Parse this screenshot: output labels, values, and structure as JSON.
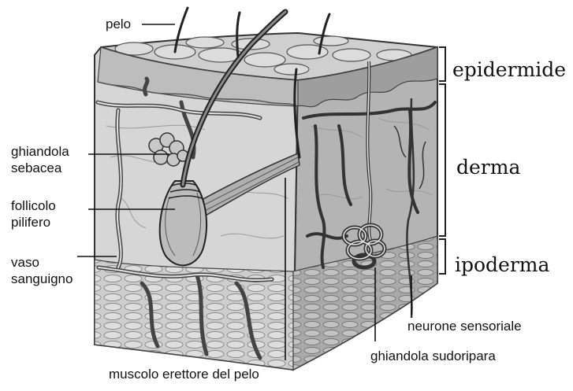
{
  "labels": {
    "pelo": "pelo",
    "ghiandola_sebacea": [
      "ghiandola",
      "sebacea"
    ],
    "follicolo_pilifero": [
      "follicolo",
      "pilifero"
    ],
    "vaso_sanguigno": [
      "vaso",
      "sanguigno"
    ],
    "muscolo_erettore": "muscolo erettore del pelo",
    "ghiandola_sudoripara": "ghiandola sudoripara",
    "neurone_sensoriale": "neurone sensoriale"
  },
  "layers": {
    "epidermide": "epidermide",
    "derma": "derma",
    "ipoderma": "ipoderma"
  },
  "colors": {
    "ink": "#111111",
    "front_face": "#d6d6d6",
    "side_face": "#b4b4b4",
    "top_face": "#c9c9c9"
  }
}
